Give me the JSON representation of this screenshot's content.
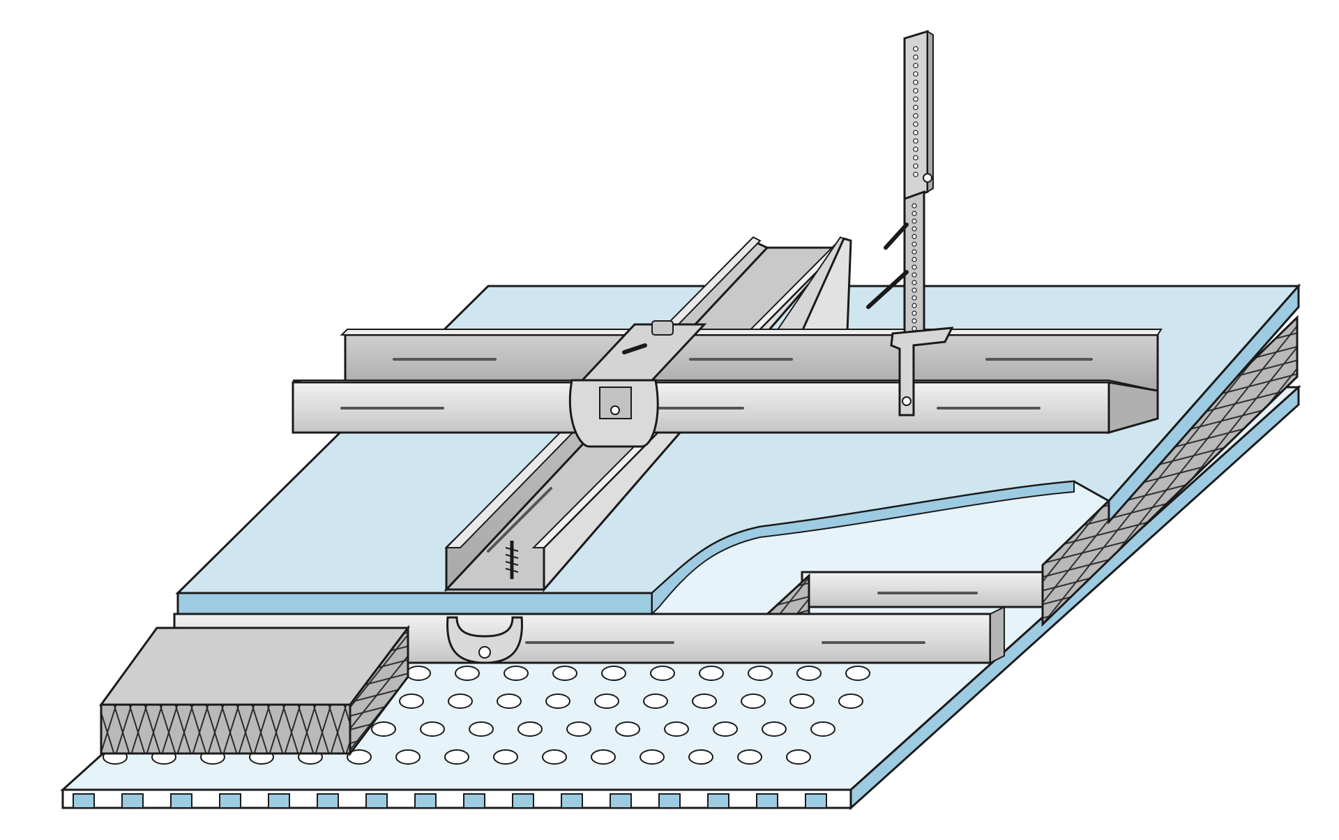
{
  "diagram": {
    "subject": "",
    "labels": []
  },
  "colors": {
    "background": "#ffffff",
    "board_face": "#cfe6f0",
    "board_edge": "#9dcbe2",
    "perforated_face": "#e6f3f8",
    "profile_light": "#e8e8e8",
    "profile_mid": "#d0d0d0",
    "profile_dark": "#b8b8b8",
    "insulation": "#b9b9b9",
    "insulation_top": "#cfcfcf",
    "outline": "#1a1a1a"
  },
  "components": [
    {
      "name": "perforated-ceiling-panel",
      "icon": "perforated-board-icon"
    },
    {
      "name": "gypsum-board",
      "icon": "board-icon"
    },
    {
      "name": "mineral-wool-insulation",
      "icon": "insulation-icon"
    },
    {
      "name": "main-channel-profile",
      "icon": "channel-icon"
    },
    {
      "name": "furring-channel-profile",
      "icon": "channel-icon"
    },
    {
      "name": "cross-connector-clip",
      "icon": "clip-icon"
    },
    {
      "name": "adjustable-hanger",
      "icon": "hanger-icon"
    },
    {
      "name": "suspension-wire",
      "icon": "wire-icon"
    },
    {
      "name": "screw",
      "icon": "screw-icon"
    },
    {
      "name": "direct-fixing-clip",
      "icon": "clip-icon"
    }
  ]
}
